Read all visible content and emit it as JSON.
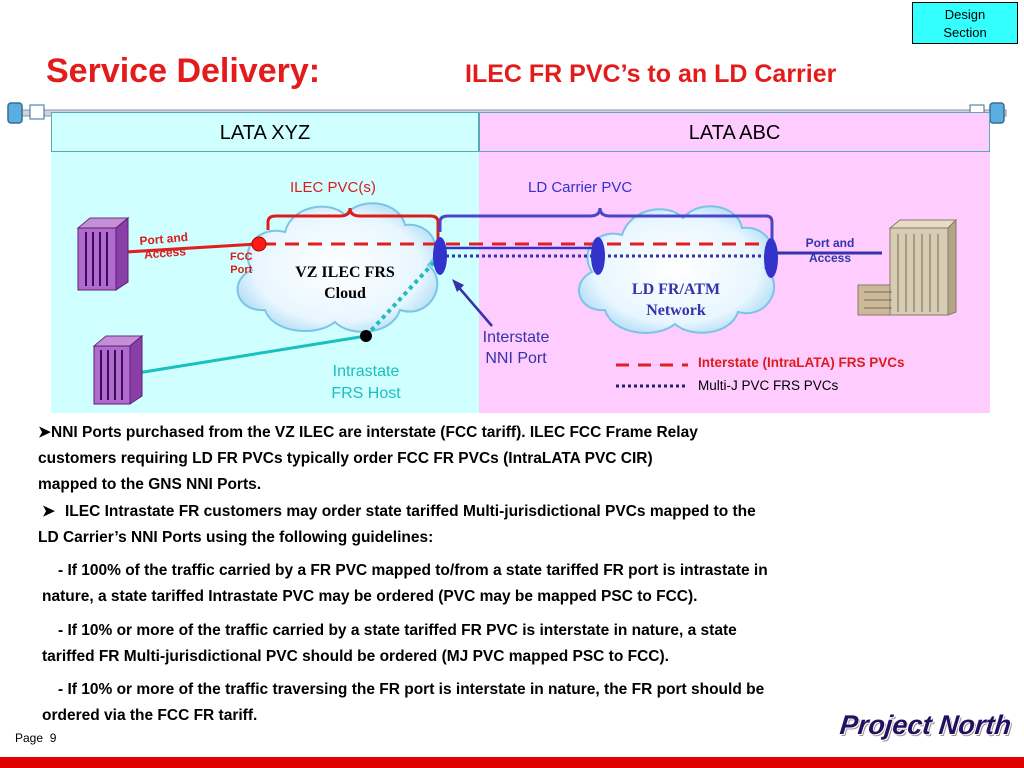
{
  "header": {
    "title": "Service Delivery:",
    "subtitle": "ILEC FR PVC’s to an LD Carrier",
    "section_badge_line1": "Design",
    "section_badge_line2": "Section"
  },
  "lata": {
    "left": "LATA XYZ",
    "right": "LATA ABC"
  },
  "diagram": {
    "ilec_pvc_label": "ILEC PVC(s)",
    "ld_carrier_pvc_label": "LD Carrier PVC",
    "port_access_left_line1": "Port and",
    "port_access_left_line2": "Access",
    "fcc_port_line1": "FCC",
    "fcc_port_line2": "Port",
    "cloud_left_line1": "VZ ILEC FRS",
    "cloud_left_line2": "Cloud",
    "cloud_right_line1": "LD FR/ATM",
    "cloud_right_line2": "Network",
    "port_access_right_line1": "Port and",
    "port_access_right_line2": "Access",
    "nni_line1": "Interstate",
    "nni_line2": "NNI Port",
    "intrastate_line1": "Intrastate",
    "intrastate_line2": "FRS Host",
    "legend_interstate": "Interstate (IntraLATA) FRS PVCs",
    "legend_multij": "Multi-J PVC FRS PVCs"
  },
  "body": {
    "p1_line1": "NNI Ports purchased from the VZ ILEC are interstate (FCC tariff).  ILEC FCC Frame Relay",
    "p1_line2": "customers requiring LD FR PVCs typically order FCC FR PVCs (IntraLATA PVC CIR)",
    "p1_line3": "mapped to the GNS NNI Ports.",
    "p2_line1": "ILEC Intrastate FR customers may order state tariffed Multi-jurisdictional PVCs mapped to the",
    "p2_line2": "LD Carrier’s NNI Ports using the following guidelines:",
    "p3_line1": "- If 100% of the traffic carried by a FR PVC mapped to/from a state tariffed FR port is intrastate in",
    "p3_line2": "nature, a state tariffed Intrastate PVC may be ordered (PVC may be mapped PSC to FCC).",
    "p4_line1": "- If 10% or more of the traffic carried by a state tariffed FR PVC is interstate in nature, a state",
    "p4_line2": "tariffed FR Multi-jurisdictional PVC should be ordered (MJ PVC mapped PSC to FCC).",
    "p5_line1": "- If 10% or more of the traffic traversing the FR port is interstate in nature, the FR port should be",
    "p5_line2": "ordered via the FCC FR tariff."
  },
  "footer": {
    "page_label": "Page",
    "page_number": "9",
    "logo_text": "Project North"
  },
  "colors": {
    "title_red": "#e31b1b",
    "left_pane": "#cfffff",
    "right_pane": "#ffccff",
    "nni_blue": "#3333cc",
    "teal_line": "#1bbfbf",
    "badge": "#33ffff"
  }
}
